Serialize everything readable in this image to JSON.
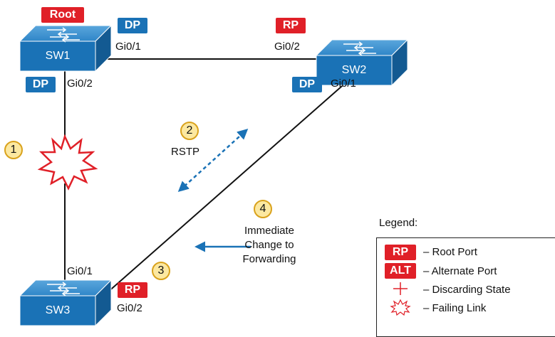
{
  "switches": {
    "sw1": {
      "name": "SW1",
      "role_badge": "Root"
    },
    "sw2": {
      "name": "SW2"
    },
    "sw3": {
      "name": "SW3"
    }
  },
  "ports": {
    "sw1_gi01": {
      "name": "Gi0/1",
      "role": "DP"
    },
    "sw1_gi02": {
      "name": "Gi0/2",
      "role": "DP"
    },
    "sw2_gi02": {
      "name": "Gi0/2",
      "role": "RP"
    },
    "sw2_gi01": {
      "name": "Gi0/1",
      "role": "DP"
    },
    "sw3_gi01": {
      "name": "Gi0/1"
    },
    "sw3_gi02": {
      "name": "Gi0/2",
      "role": "RP"
    }
  },
  "steps": {
    "s1": {
      "number": "1"
    },
    "s2": {
      "number": "2",
      "text": "RSTP"
    },
    "s3": {
      "number": "3"
    },
    "s4": {
      "number": "4",
      "lines": [
        "Immediate",
        "Change to",
        "Forwarding"
      ]
    }
  },
  "legend": {
    "title": "Legend:",
    "items": [
      {
        "badge": "RP",
        "text": "– Root Port"
      },
      {
        "badge": "ALT",
        "text": "– Alternate Port"
      },
      {
        "symbol": "plus-icon",
        "text": "– Discarding State"
      },
      {
        "symbol": "explosion-icon",
        "text": "– Failing Link"
      }
    ]
  },
  "colors": {
    "switch_blue": "#1a72b6",
    "badge_red": "#e02028",
    "badge_blue": "#1a72b6",
    "arrow_blue": "#1a72b6",
    "explosion_red": "#e02028",
    "step_fill": "#fce8a0",
    "step_border": "#d9a21c"
  }
}
